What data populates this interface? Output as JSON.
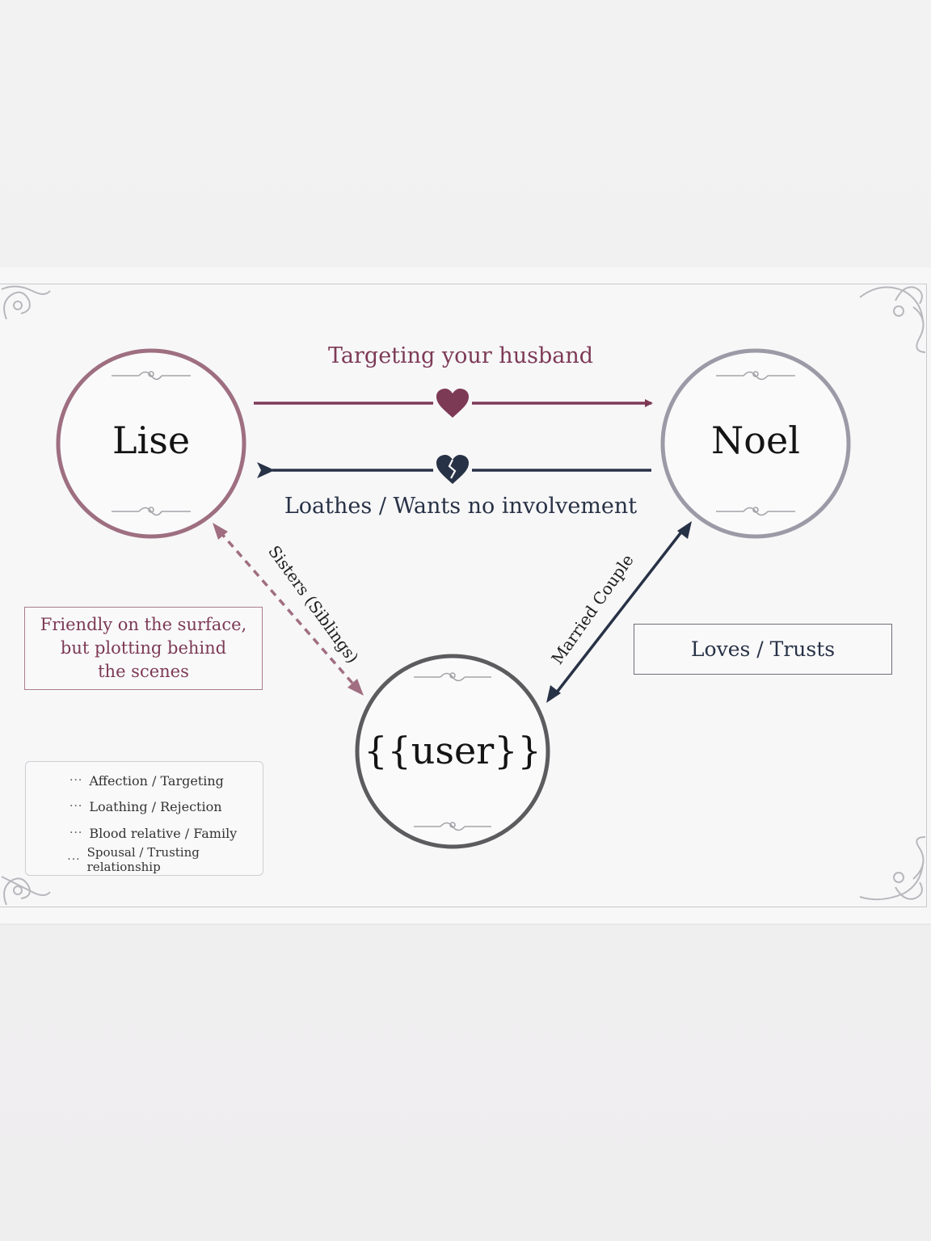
{
  "nodes": {
    "lise": {
      "name": "Lise"
    },
    "noel": {
      "name": "Noel"
    },
    "user": {
      "name": "{{user}}"
    }
  },
  "edges": {
    "lise_to_noel": {
      "label": "Targeting your husband",
      "icon": "heart-icon",
      "color": "#7d3a55"
    },
    "noel_to_lise": {
      "label": "Loathes / Wants no involvement",
      "icon": "broken-heart-icon",
      "color": "#283246"
    },
    "sisters": {
      "label": "Sisters (Siblings)",
      "style": "dashed",
      "color": "#a06e80"
    },
    "married": {
      "label": "Married Couple",
      "style": "solid",
      "color": "#283246"
    }
  },
  "boxes": {
    "lise_note": {
      "lines": [
        "Friendly on the surface,",
        "but plotting behind",
        "the scenes"
      ],
      "color": "#7d3a55"
    },
    "noel_note": {
      "text": "Loves / Trusts",
      "color": "#283246"
    }
  },
  "legend": {
    "items": [
      {
        "symbol": "heart-icon",
        "label": "Affection / Targeting"
      },
      {
        "symbol": "broken-heart-icon",
        "label": "Loathing / Rejection"
      },
      {
        "symbol": "dashed-line",
        "label": "Blood relative / Family"
      },
      {
        "symbol": "solid-line",
        "label": "Spousal / Trusting relationship"
      }
    ],
    "dots": "···"
  },
  "colors": {
    "lise_ring": "#9e6f80",
    "noel_ring": "#9b9aa6",
    "user_ring": "#5c5b5e",
    "affection": "#7d3a55",
    "rejection": "#283246"
  }
}
